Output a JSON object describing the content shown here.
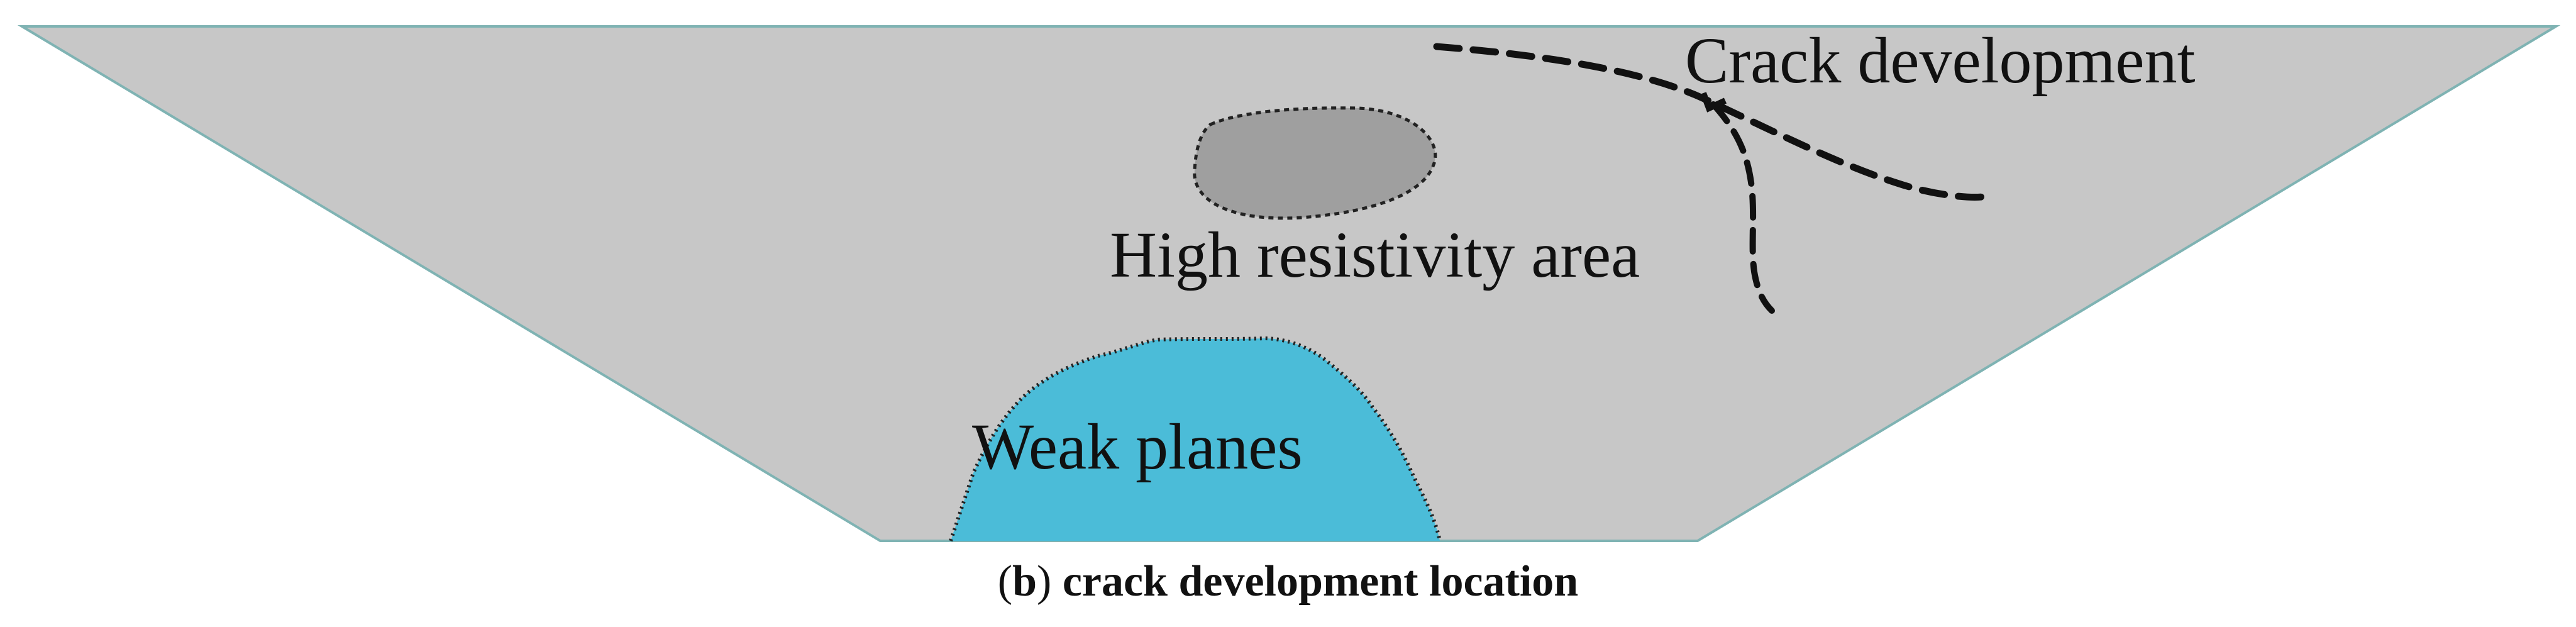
{
  "labels": {
    "crack_development": "Crack development",
    "high_resistivity_area": "High resistivity area",
    "weak_planes": "Weak planes"
  },
  "caption": {
    "open_paren": "(",
    "letter": "b",
    "close_paren": ")",
    "text": " crack development location"
  },
  "colors": {
    "section_fill": "#c7c7c7",
    "section_edge": "#7fb3b3",
    "high_resistivity_fill": "#9f9f9f",
    "weak_planes_fill": "#4bbcd8",
    "crack_line": "#111111"
  }
}
